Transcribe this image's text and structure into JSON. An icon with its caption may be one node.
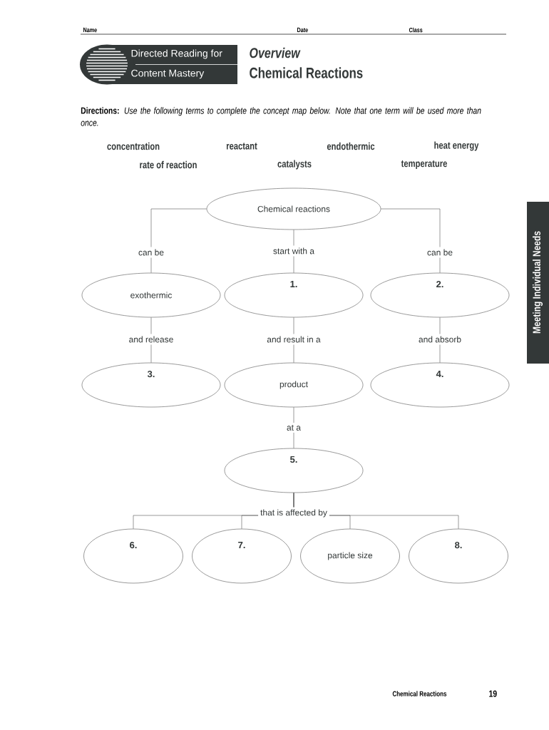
{
  "diagram": {
    "title": "Chemical Reactions",
    "nodes": [
      {
        "text": [
          "Chemical reactions"
        ]
      },
      {
        "text": [
          "exothermic"
        ]
      },
      {
        "text": [
          "1."
        ]
      },
      {
        "text": [
          "2."
        ]
      },
      {
        "text": [
          "3."
        ]
      },
      {
        "text": [
          "product"
        ]
      },
      {
        "text": [
          "4."
        ]
      },
      {
        "text": [
          "5."
        ]
      },
      {
        "text": [
          "6."
        ]
      },
      {
        "text": [
          "7."
        ]
      },
      {
        "text": [
          "particle size"
        ]
      },
      {
        "text": [
          "8."
        ]
      }
    ],
    "edges": [
      {
        "from": 0,
        "to": 1,
        "arrow": "none",
        "label": "can be"
      },
      {
        "from": 0,
        "to": 2,
        "arrow": "none",
        "label": "start with a"
      },
      {
        "from": 0,
        "to": 3,
        "arrow": "none",
        "label": "can be"
      },
      {
        "from": 1,
        "to": 4,
        "arrow": "none",
        "label": "and release"
      },
      {
        "from": 2,
        "to": 5,
        "arrow": "none",
        "label": "and result in a"
      },
      {
        "from": 3,
        "to": 6,
        "arrow": "none",
        "label": "and absorb"
      },
      {
        "from": 5,
        "to": 7,
        "arrow": "none",
        "label": "at a"
      },
      {
        "from": 7,
        "to": 8,
        "arrow": "none",
        "label": "that is affected by"
      },
      {
        "from": 7,
        "to": 9,
        "arrow": "none"
      },
      {
        "from": 7,
        "to": 10,
        "arrow": "none"
      },
      {
        "from": 7,
        "to": 11,
        "arrow": "none"
      }
    ],
    "labels": [
      "Name",
      "Date",
      "Class",
      "Directed Reading for",
      "Content Mastery",
      "Overview",
      "**Directions:** *Use the following terms to complete the concept map below. Note that one term will be used more than once.*",
      "concentration",
      "reactant",
      "endothermic",
      "heat energy",
      "rate of reaction",
      "catalysts",
      "temperature",
      "Meeting Individual Needs",
      "Chemical Reactions",
      "19"
    ]
  }
}
